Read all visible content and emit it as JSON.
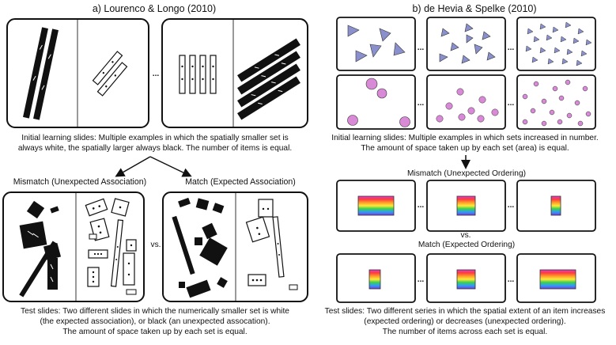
{
  "panel_a": {
    "title": "a)  Lourenco & Longo (2010)",
    "initial_caption": [
      "Initial learning slides: Multiple examples in which the spatially smaller set is",
      "always white, the spatially larger always black. The number of items is equal."
    ],
    "ellipsis": "...",
    "mismatch_label": "Mismatch (Unexpected Association)",
    "match_label": "Match (Expected Association)",
    "vs_label": "vs.",
    "test_caption": [
      "Test slides: Two different slides in which the numerically smaller set is white",
      "(the expected association), or black (an unexpected assocation).",
      "The amount of space taken up by each set is equal."
    ]
  },
  "panel_b": {
    "title": "b)  de Hevia & Spelke (2010)",
    "triangle_color": "#8a90cc",
    "circle_color": "#d98ad6",
    "ellipsis": "...",
    "initial_caption": [
      "Initial learning slides: Multiple examples in which sets increased in number.",
      "The amount of space taken up by each set (area) is equal."
    ],
    "mismatch_label": "Mismatch (Unexpected Ordering)",
    "vs_label": "vs.",
    "match_label": "Match (Expected Ordering)",
    "test_caption": [
      "Test slides: Two different series in which the spatial extent of an item increases",
      "(expected ordering) or decreases (unexpected ordering).",
      "The number of items across each set is equal."
    ]
  }
}
